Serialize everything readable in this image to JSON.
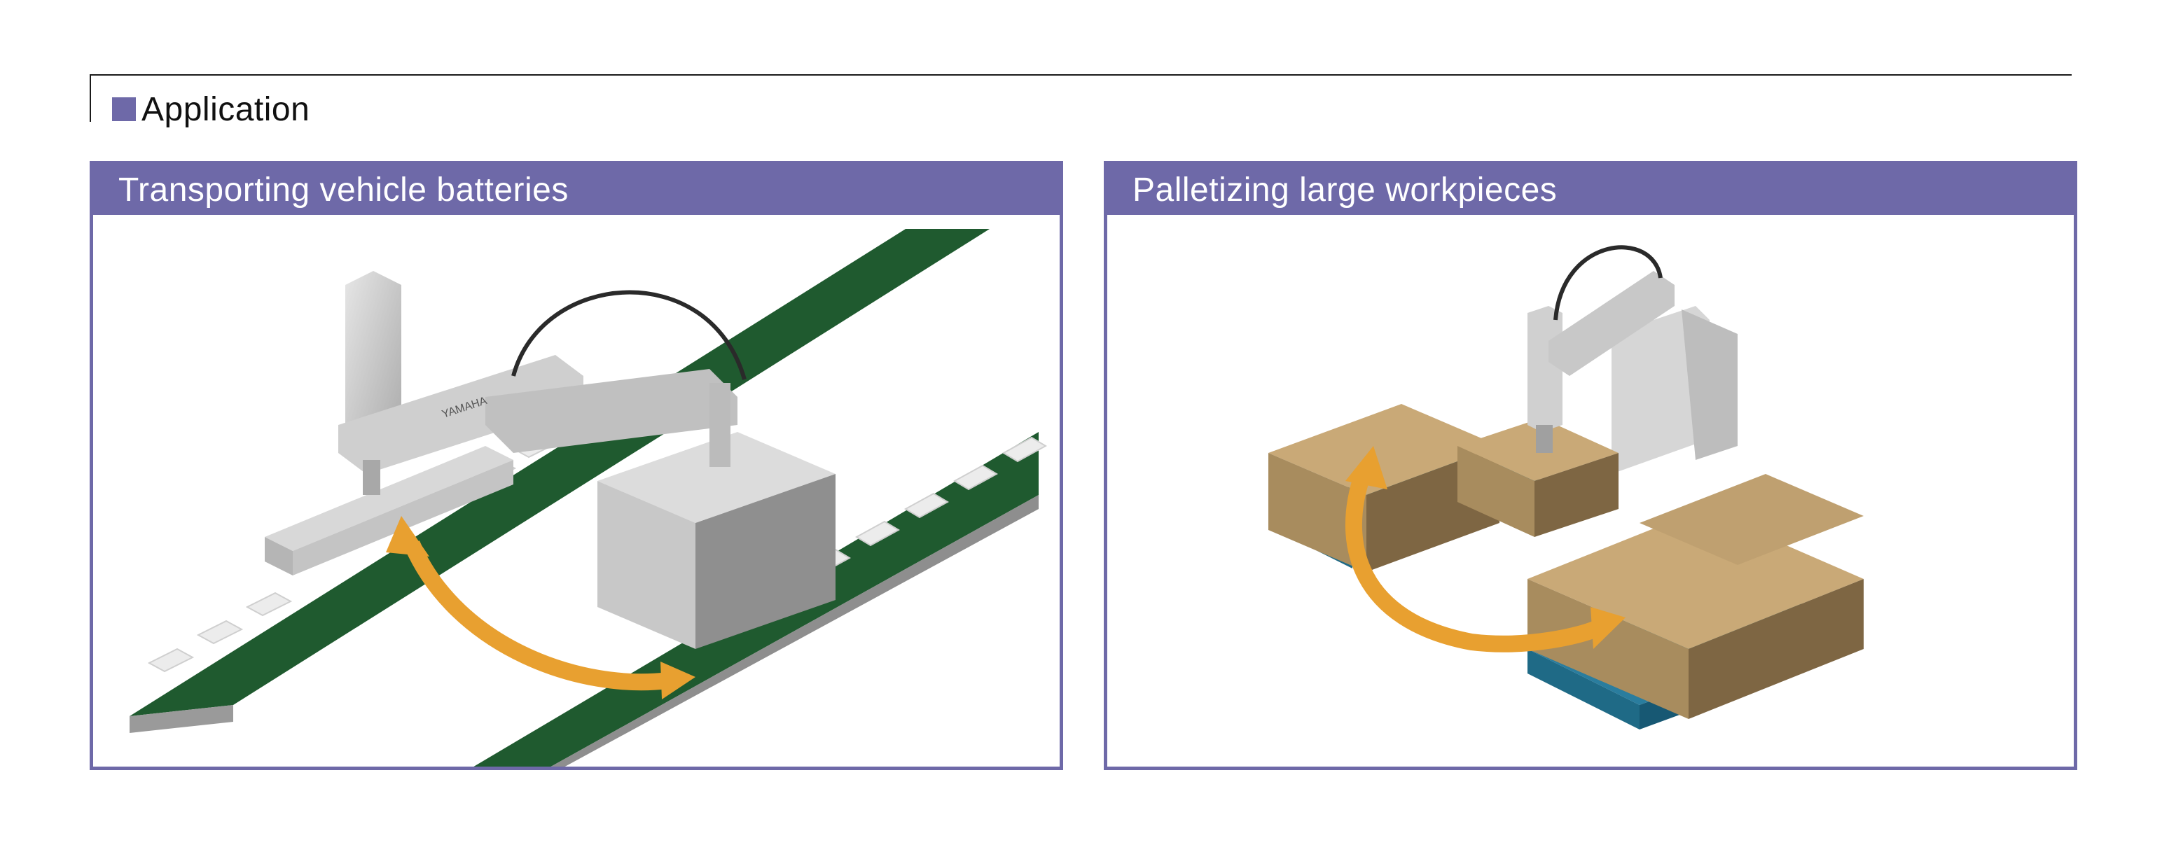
{
  "section": {
    "title": "Application",
    "icon": "square-bullet-icon",
    "accent_color": "#6e69a8"
  },
  "panels": [
    {
      "title": "Transporting vehicle batteries",
      "illustration": "scara-robot-conveyor-battery-transfer",
      "robot_brand": "YAMAHA"
    },
    {
      "title": "Palletizing large workpieces",
      "illustration": "scara-robot-box-palletizing"
    }
  ],
  "colors": {
    "conveyor": "#1f5a2f",
    "arrow": "#e8a030",
    "box": "#b09464",
    "pallet": "#2a7d9e",
    "robot": "#d0d0d0"
  }
}
